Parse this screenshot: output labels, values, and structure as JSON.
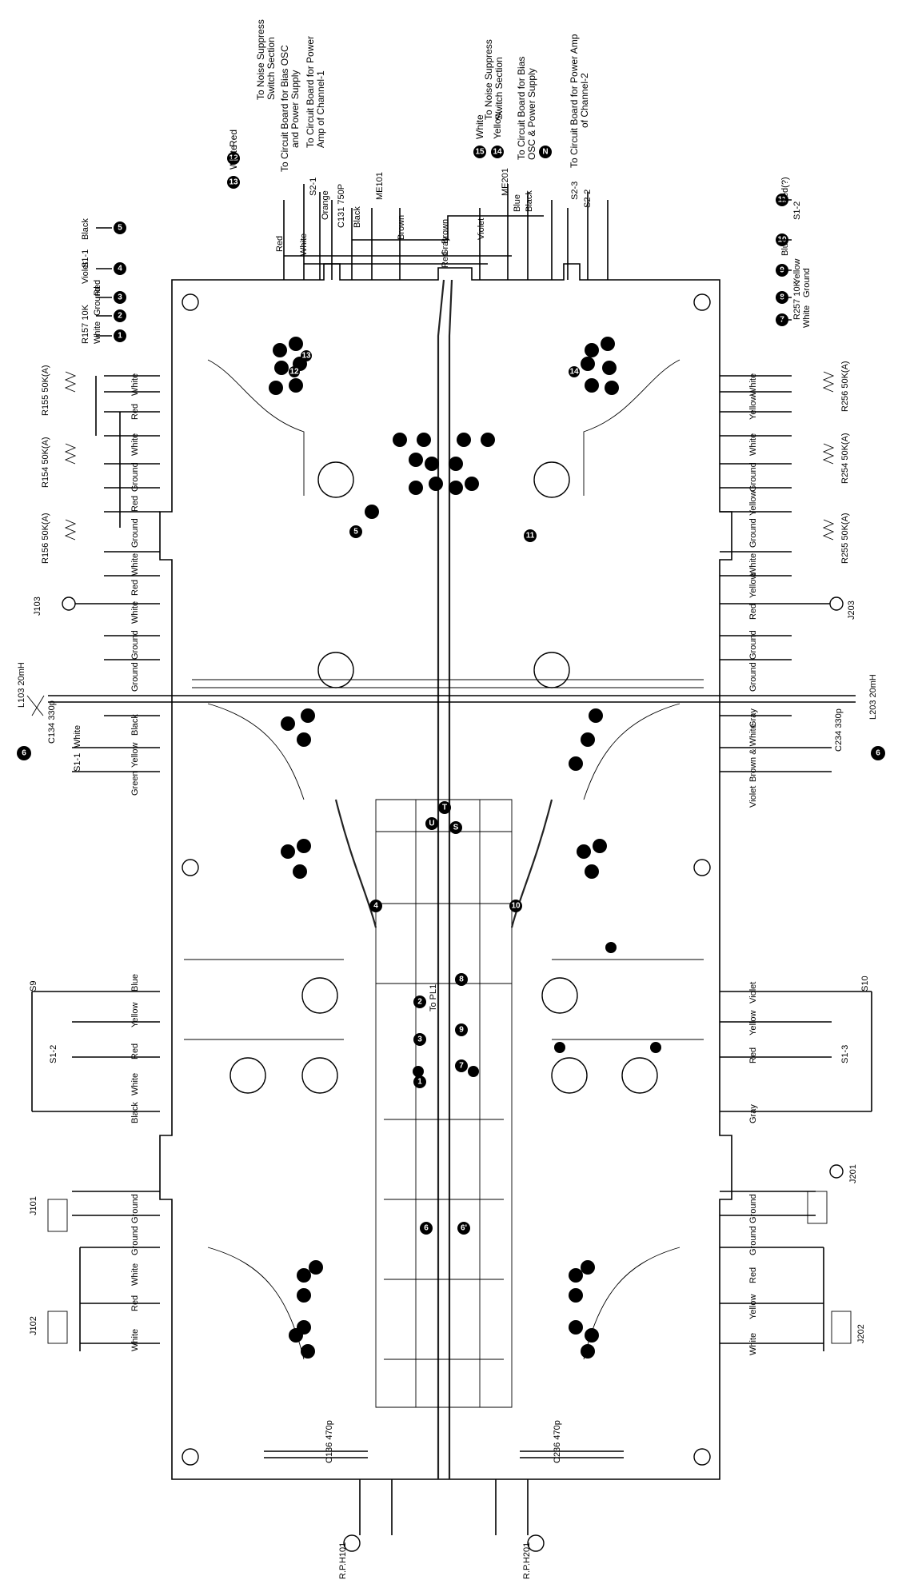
{
  "headers": {
    "h12_red": "Red",
    "h13_white": "White",
    "h_noise_top": "To Noise Suppress",
    "h_noise_bot": "Switch Section",
    "h_bias_l1": "To Circuit Board for Bias OSC",
    "h_bias_l2": "and Power Supply",
    "h_pow_l1": "To Circuit Board for Power",
    "h_pow_l2": "Amp of Channel-1",
    "h15_white": "White",
    "h14_yellow": "Yellow",
    "h_noise2_top": "To Noise Suppress",
    "h_noise2_bot": "Switch Section",
    "h_bias2_l1": "To Circuit Board for Bias",
    "h_bias2_l2": "OSC & Power Supply",
    "h_pow2_l1": "To Circuit Board for Power Amp",
    "h_pow2_l2": "of Channel-2"
  },
  "markers": [
    "1",
    "2",
    "3",
    "4",
    "5",
    "6",
    "7",
    "8",
    "9",
    "10",
    "11",
    "12",
    "13",
    "14",
    "15",
    "N",
    "U",
    "S",
    "T"
  ],
  "left_labels": [
    "White",
    "Red",
    "White",
    "Ground",
    "Red",
    "Ground",
    "White",
    "Red",
    "White",
    "Ground",
    "Ground",
    "Black",
    "White",
    "Yellow",
    "Green",
    "Blue",
    "Yellow",
    "Red",
    "White",
    "Black",
    "Ground",
    "Ground",
    "White",
    "Red",
    "White"
  ],
  "right_labels": [
    "White",
    "Yellow",
    "White",
    "Ground",
    "Yellow",
    "Ground",
    "White",
    "Yellow",
    "Red",
    "Ground",
    "Ground",
    "Gray",
    "Brown & White",
    "Violet",
    "Violet",
    "Yellow",
    "Red",
    "Gray",
    "Ground",
    "Ground",
    "Red",
    "Yellow",
    "White"
  ],
  "parts_left": [
    "R157 10K",
    "S1-1",
    "R155 50K(A)",
    "R154 50K(A)",
    "R156 50K(A)",
    "J103",
    "L103 20mH",
    "C134 330p",
    "S1-1",
    "S9",
    "S1-2",
    "J101",
    "J102",
    "R.P.H101",
    "Violet",
    "Black",
    "Ground",
    "Red",
    "White"
  ],
  "parts_right": [
    "R257 10K",
    "S1-2",
    "R256 50K(A)",
    "R254 50K(A)",
    "R255 50K(A)",
    "J203",
    "L203 20mH",
    "C234 330p",
    "S10",
    "S1-3",
    "J201",
    "J202",
    "R.P.H201",
    "Blue",
    "Yellow",
    "Ground",
    "White",
    "Red(?)"
  ],
  "top_parts": [
    "S2-1",
    "Orange",
    "C131 750P",
    "Black",
    "ME101",
    "Brown",
    "Violet",
    "ME201",
    "Blue",
    "Black",
    "S2-3",
    "S2-2",
    "Red",
    "White",
    "Brown",
    "Gray",
    "Red"
  ],
  "bottom_parts": [
    "C136 470p",
    "C236 470p",
    "To PL1"
  ]
}
